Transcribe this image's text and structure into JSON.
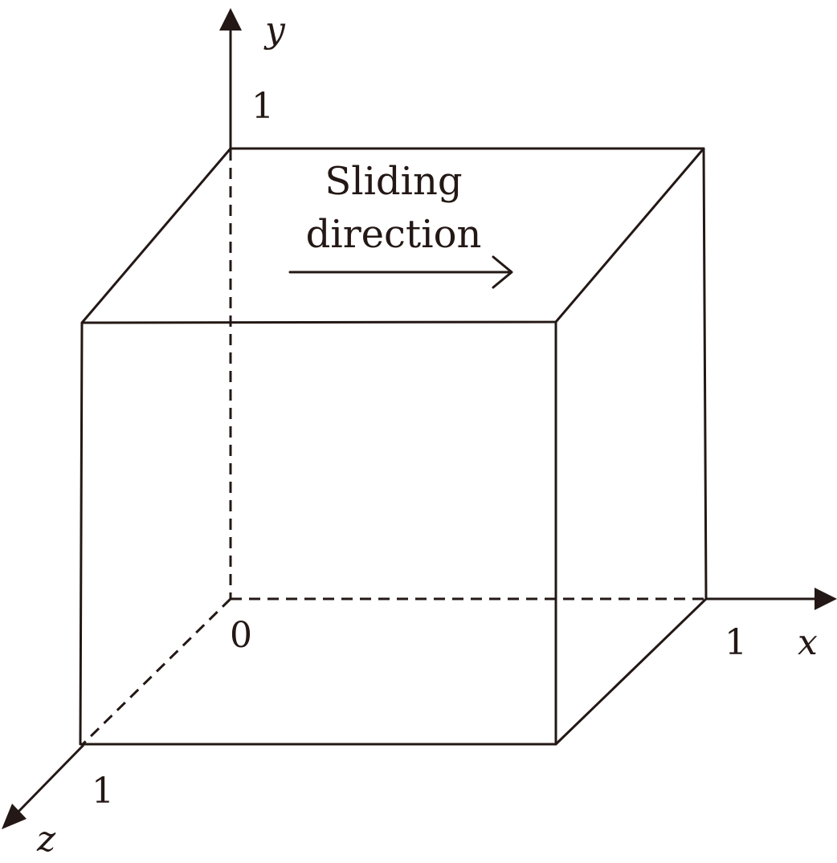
{
  "axes": {
    "x_label": "x",
    "y_label": "y",
    "z_label": "z",
    "origin_label": "0",
    "x_tick": "1",
    "y_tick": "1",
    "z_tick": "1"
  },
  "annotation": {
    "line1": "Sliding",
    "line2": "direction"
  },
  "colors": {
    "ink": "#231815",
    "background": "#ffffff"
  }
}
